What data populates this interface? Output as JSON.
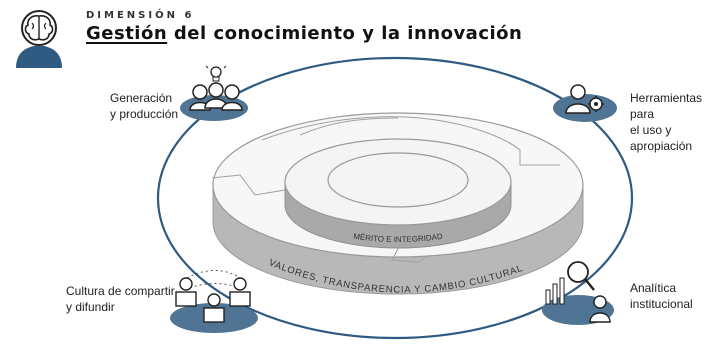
{
  "header": {
    "eyebrow": "DIMENSIÓN 6",
    "title_underlined": "Gestión",
    "title_rest": " del conocimiento y la innovación"
  },
  "rings": {
    "inner": "MÉRITO E INTEGRIDAD",
    "outer": "VALORES, TRANSPARENCIA Y CAMBIO CULTURAL"
  },
  "nodes": [
    {
      "id": "generacion",
      "lines": [
        "Generación",
        "y producción"
      ],
      "icon": "people-lightbulb-icon"
    },
    {
      "id": "herramientas",
      "lines": [
        "Herramientas para",
        "el uso y apropiación"
      ],
      "icon": "person-gear-icon"
    },
    {
      "id": "cultura",
      "lines": [
        "Cultura de compartir",
        "y difundir"
      ],
      "icon": "people-reading-icon"
    },
    {
      "id": "analitica",
      "lines": [
        "Analítica",
        "institucional"
      ],
      "icon": "magnifier-chart-icon"
    }
  ],
  "colors": {
    "accent": "#2f5b82",
    "badge_fill": "#4f7494",
    "disc_top": "#f7f7f7",
    "disc_side": "#b4b4b4",
    "line": "#9a9a9a"
  }
}
